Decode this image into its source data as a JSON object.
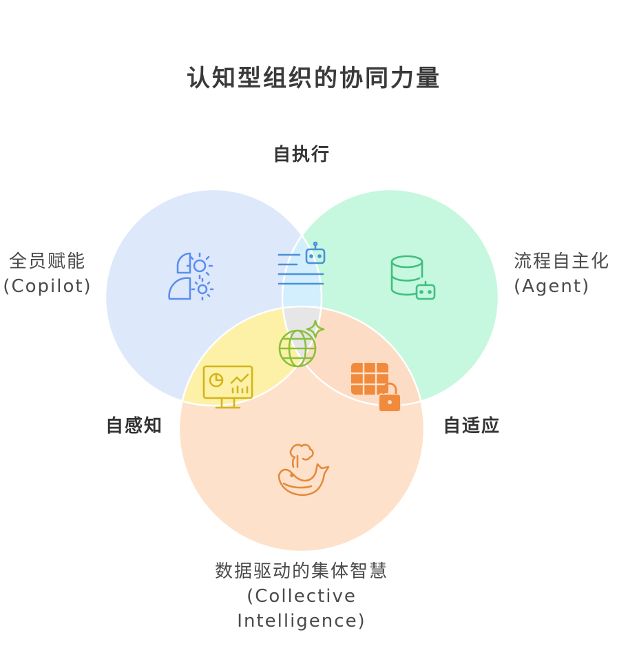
{
  "title": "认知型组织的协同力量",
  "sets": {
    "copilot": {
      "line1": "全员赋能",
      "line2": "(Copilot)",
      "color": "#dde8fb",
      "icon": "brain-gear-icon",
      "icon_color": "#5b8def"
    },
    "agent": {
      "line1": "流程自主化",
      "line2": "(Agent)",
      "color": "#c6f7df",
      "icon": "database-robot-icon",
      "icon_color": "#3fbf7f"
    },
    "collective": {
      "line1": "数据驱动的集体智慧",
      "line2": "(Collective",
      "line3": "Intelligence)",
      "color": "#fde1ca",
      "icon": "whale-icon",
      "icon_color": "#e58a3b"
    }
  },
  "intersections": {
    "top": {
      "label": "自执行",
      "icon": "list-robot-icon",
      "color": "#d6effd"
    },
    "left": {
      "label": "自感知",
      "icon": "monitor-chart-icon",
      "color": "#fcf1a6"
    },
    "right": {
      "label": "自适应",
      "icon": "table-lock-icon",
      "color": "#fcdcc4"
    },
    "center": {
      "icon": "globe-sparkle-icon",
      "color": "#e6e6e6"
    }
  }
}
